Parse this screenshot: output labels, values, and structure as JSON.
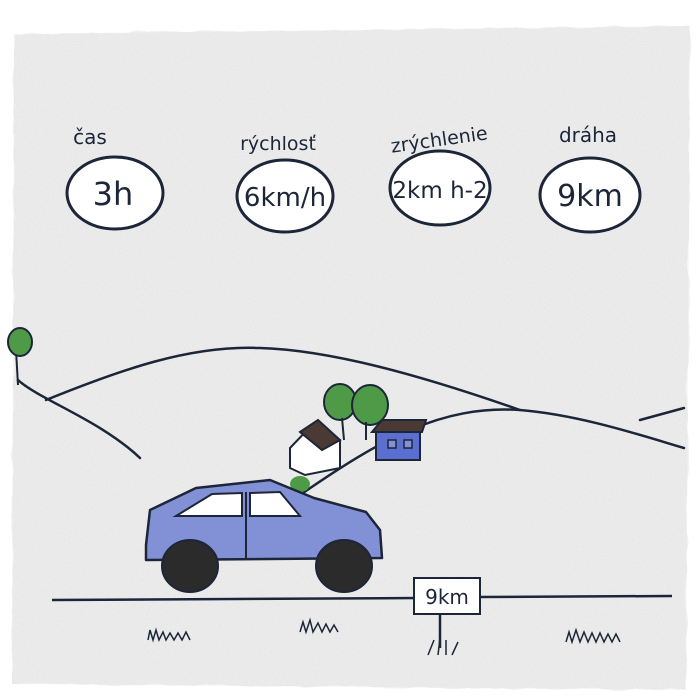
{
  "quantities": [
    {
      "label": "čas",
      "value": "3h"
    },
    {
      "label": "rýchlosť",
      "value": "6km/h"
    },
    {
      "label": "zrýchlenie",
      "value": "2km h-2"
    },
    {
      "label": "dráha",
      "value": "9km"
    }
  ],
  "signpost": {
    "text": "9km"
  },
  "colors": {
    "paper": "#f1f1f1",
    "ink": "#1c2638",
    "car": "#8291d6",
    "house_blue": "#5a6fd0",
    "roof": "#4b3a33",
    "tree": "#4f9a46"
  }
}
